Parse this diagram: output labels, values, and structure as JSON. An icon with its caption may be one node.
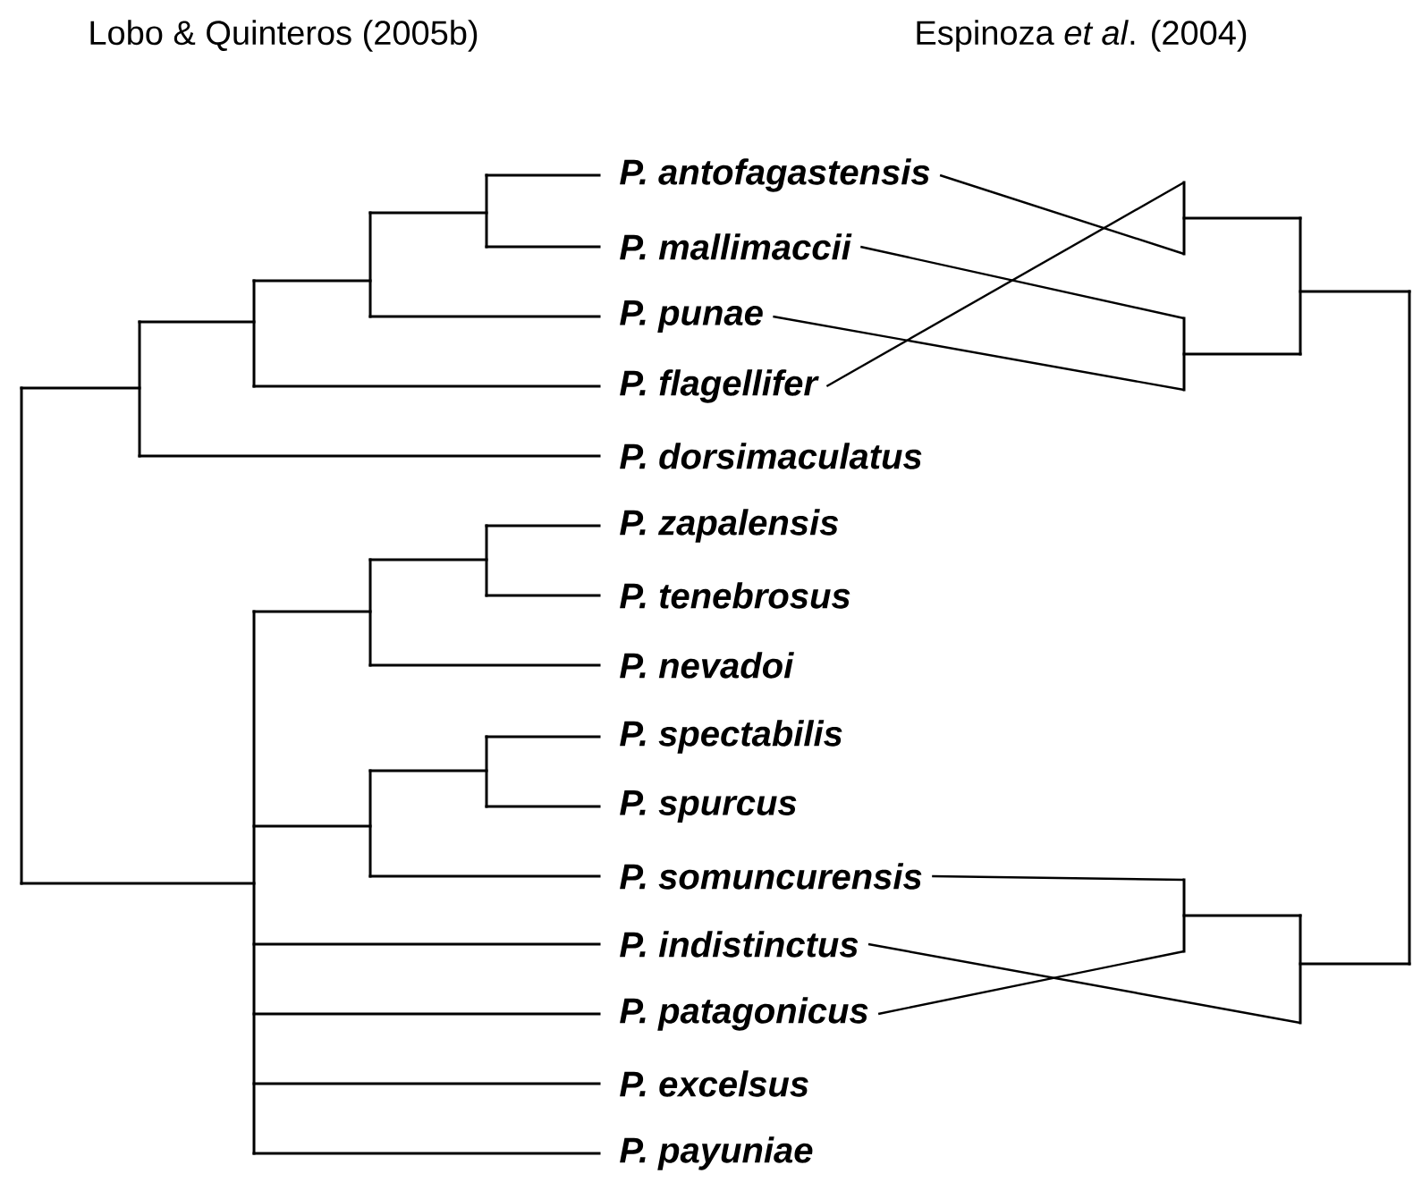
{
  "diagram": {
    "nodes": [
      {
        "text": [
          "P. antofagastensis"
        ]
      },
      {
        "text": [
          "P. mallimaccii"
        ]
      },
      {
        "text": [
          "P. punae"
        ]
      },
      {
        "text": [
          "P. flagellifer"
        ]
      },
      {
        "text": [
          "P. dorsimaculatus"
        ]
      },
      {
        "text": [
          "P. zapalensis"
        ]
      },
      {
        "text": [
          "P. tenebrosus"
        ]
      },
      {
        "text": [
          "P. nevadoi"
        ]
      },
      {
        "text": [
          "P. spectabilis"
        ]
      },
      {
        "text": [
          "P. spurcus"
        ]
      },
      {
        "text": [
          "P. somuncurensis"
        ]
      },
      {
        "text": [
          "P. indistinctus"
        ]
      },
      {
        "text": [
          "P. patagonicus"
        ]
      },
      {
        "text": [
          "P. excelsus"
        ]
      },
      {
        "text": [
          "P. payuniae"
        ]
      },
      {
        "text": [],
        "shape": "picture"
      }
    ],
    "edges": [
      {
        "from": 0,
        "to": 15,
        "arrow": "none"
      },
      {
        "from": 1,
        "to": 15,
        "arrow": "none"
      },
      {
        "from": 2,
        "to": 15,
        "arrow": "none"
      },
      {
        "from": 3,
        "to": 15,
        "arrow": "none"
      },
      {
        "from": 10,
        "to": 15,
        "arrow": "none"
      },
      {
        "from": 11,
        "to": 15,
        "arrow": "none"
      },
      {
        "from": 12,
        "to": 15,
        "arrow": "none"
      }
    ],
    "labels": [
      "Lobo & Quinteros (2005b)",
      "Espinoza *et al*. (2004)"
    ]
  }
}
